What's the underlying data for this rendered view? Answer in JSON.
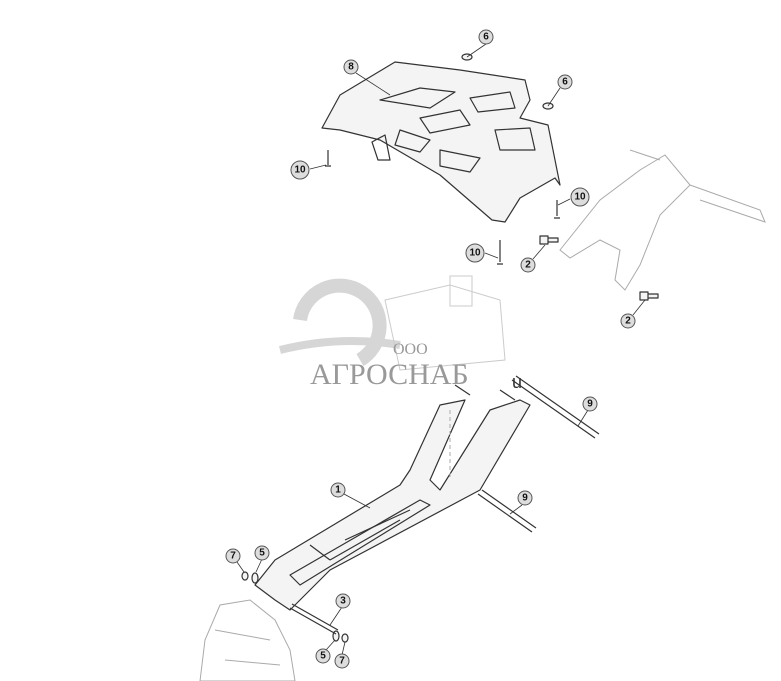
{
  "watermark": {
    "prefix": "ООО",
    "name": "АГРОСНАБ",
    "suffix": "u"
  },
  "callouts": [
    {
      "label": "6"
    },
    {
      "label": "8"
    },
    {
      "label": "6"
    },
    {
      "label": "10"
    },
    {
      "label": "10"
    },
    {
      "label": "10"
    },
    {
      "label": "2"
    },
    {
      "label": "2"
    },
    {
      "label": "9"
    },
    {
      "label": "9"
    },
    {
      "label": "1"
    },
    {
      "label": "7"
    },
    {
      "label": "5"
    },
    {
      "label": "3"
    },
    {
      "label": "5"
    },
    {
      "label": "7"
    }
  ]
}
